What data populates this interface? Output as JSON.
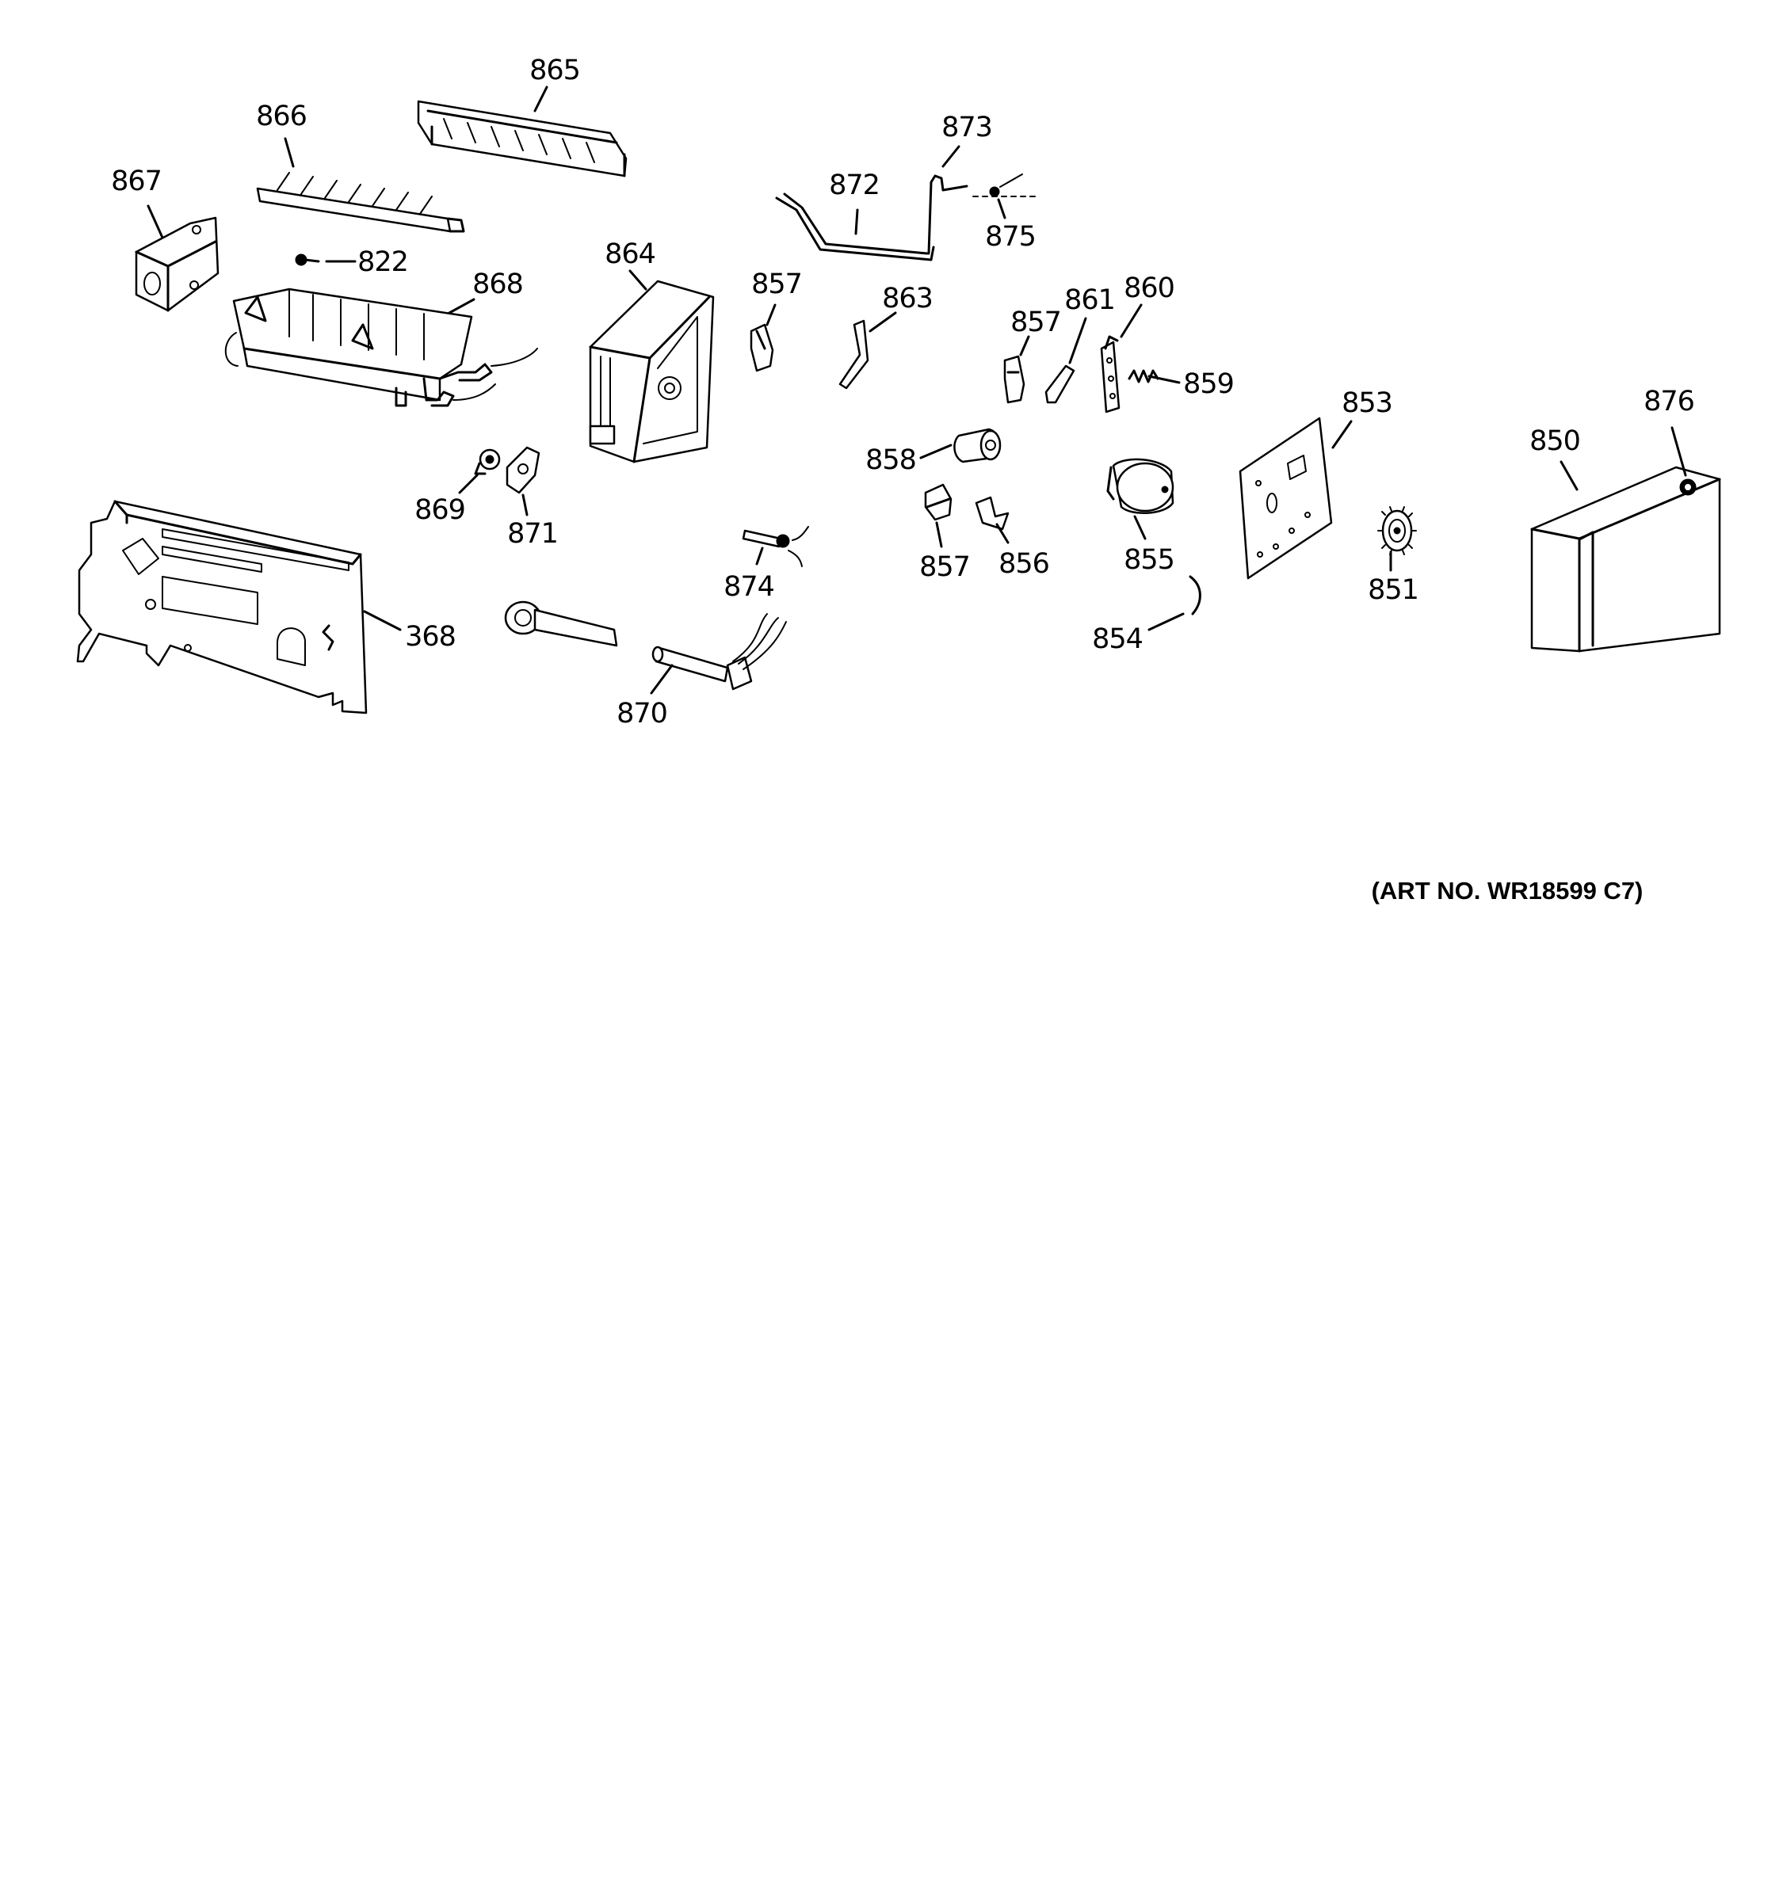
{
  "parts": [
    {
      "id": "p850",
      "label": "850"
    },
    {
      "id": "p851",
      "label": "851"
    },
    {
      "id": "p853",
      "label": "853"
    },
    {
      "id": "p854",
      "label": "854"
    },
    {
      "id": "p855",
      "label": "855"
    },
    {
      "id": "p856",
      "label": "856"
    },
    {
      "id": "p857a",
      "label": "857"
    },
    {
      "id": "p857b",
      "label": "857"
    },
    {
      "id": "p857c",
      "label": "857"
    },
    {
      "id": "p858",
      "label": "858"
    },
    {
      "id": "p859",
      "label": "859"
    },
    {
      "id": "p860",
      "label": "860"
    },
    {
      "id": "p861",
      "label": "861"
    },
    {
      "id": "p863",
      "label": "863"
    },
    {
      "id": "p864",
      "label": "864"
    },
    {
      "id": "p865",
      "label": "865"
    },
    {
      "id": "p866",
      "label": "866"
    },
    {
      "id": "p867",
      "label": "867"
    },
    {
      "id": "p868",
      "label": "868"
    },
    {
      "id": "p869",
      "label": "869"
    },
    {
      "id": "p870",
      "label": "870"
    },
    {
      "id": "p871",
      "label": "871"
    },
    {
      "id": "p872",
      "label": "872"
    },
    {
      "id": "p873",
      "label": "873"
    },
    {
      "id": "p874",
      "label": "874"
    },
    {
      "id": "p875",
      "label": "875"
    },
    {
      "id": "p876",
      "label": "876"
    },
    {
      "id": "p822",
      "label": "822"
    },
    {
      "id": "p368",
      "label": "368"
    }
  ],
  "art_number": "(ART NO. WR18599 C7)"
}
